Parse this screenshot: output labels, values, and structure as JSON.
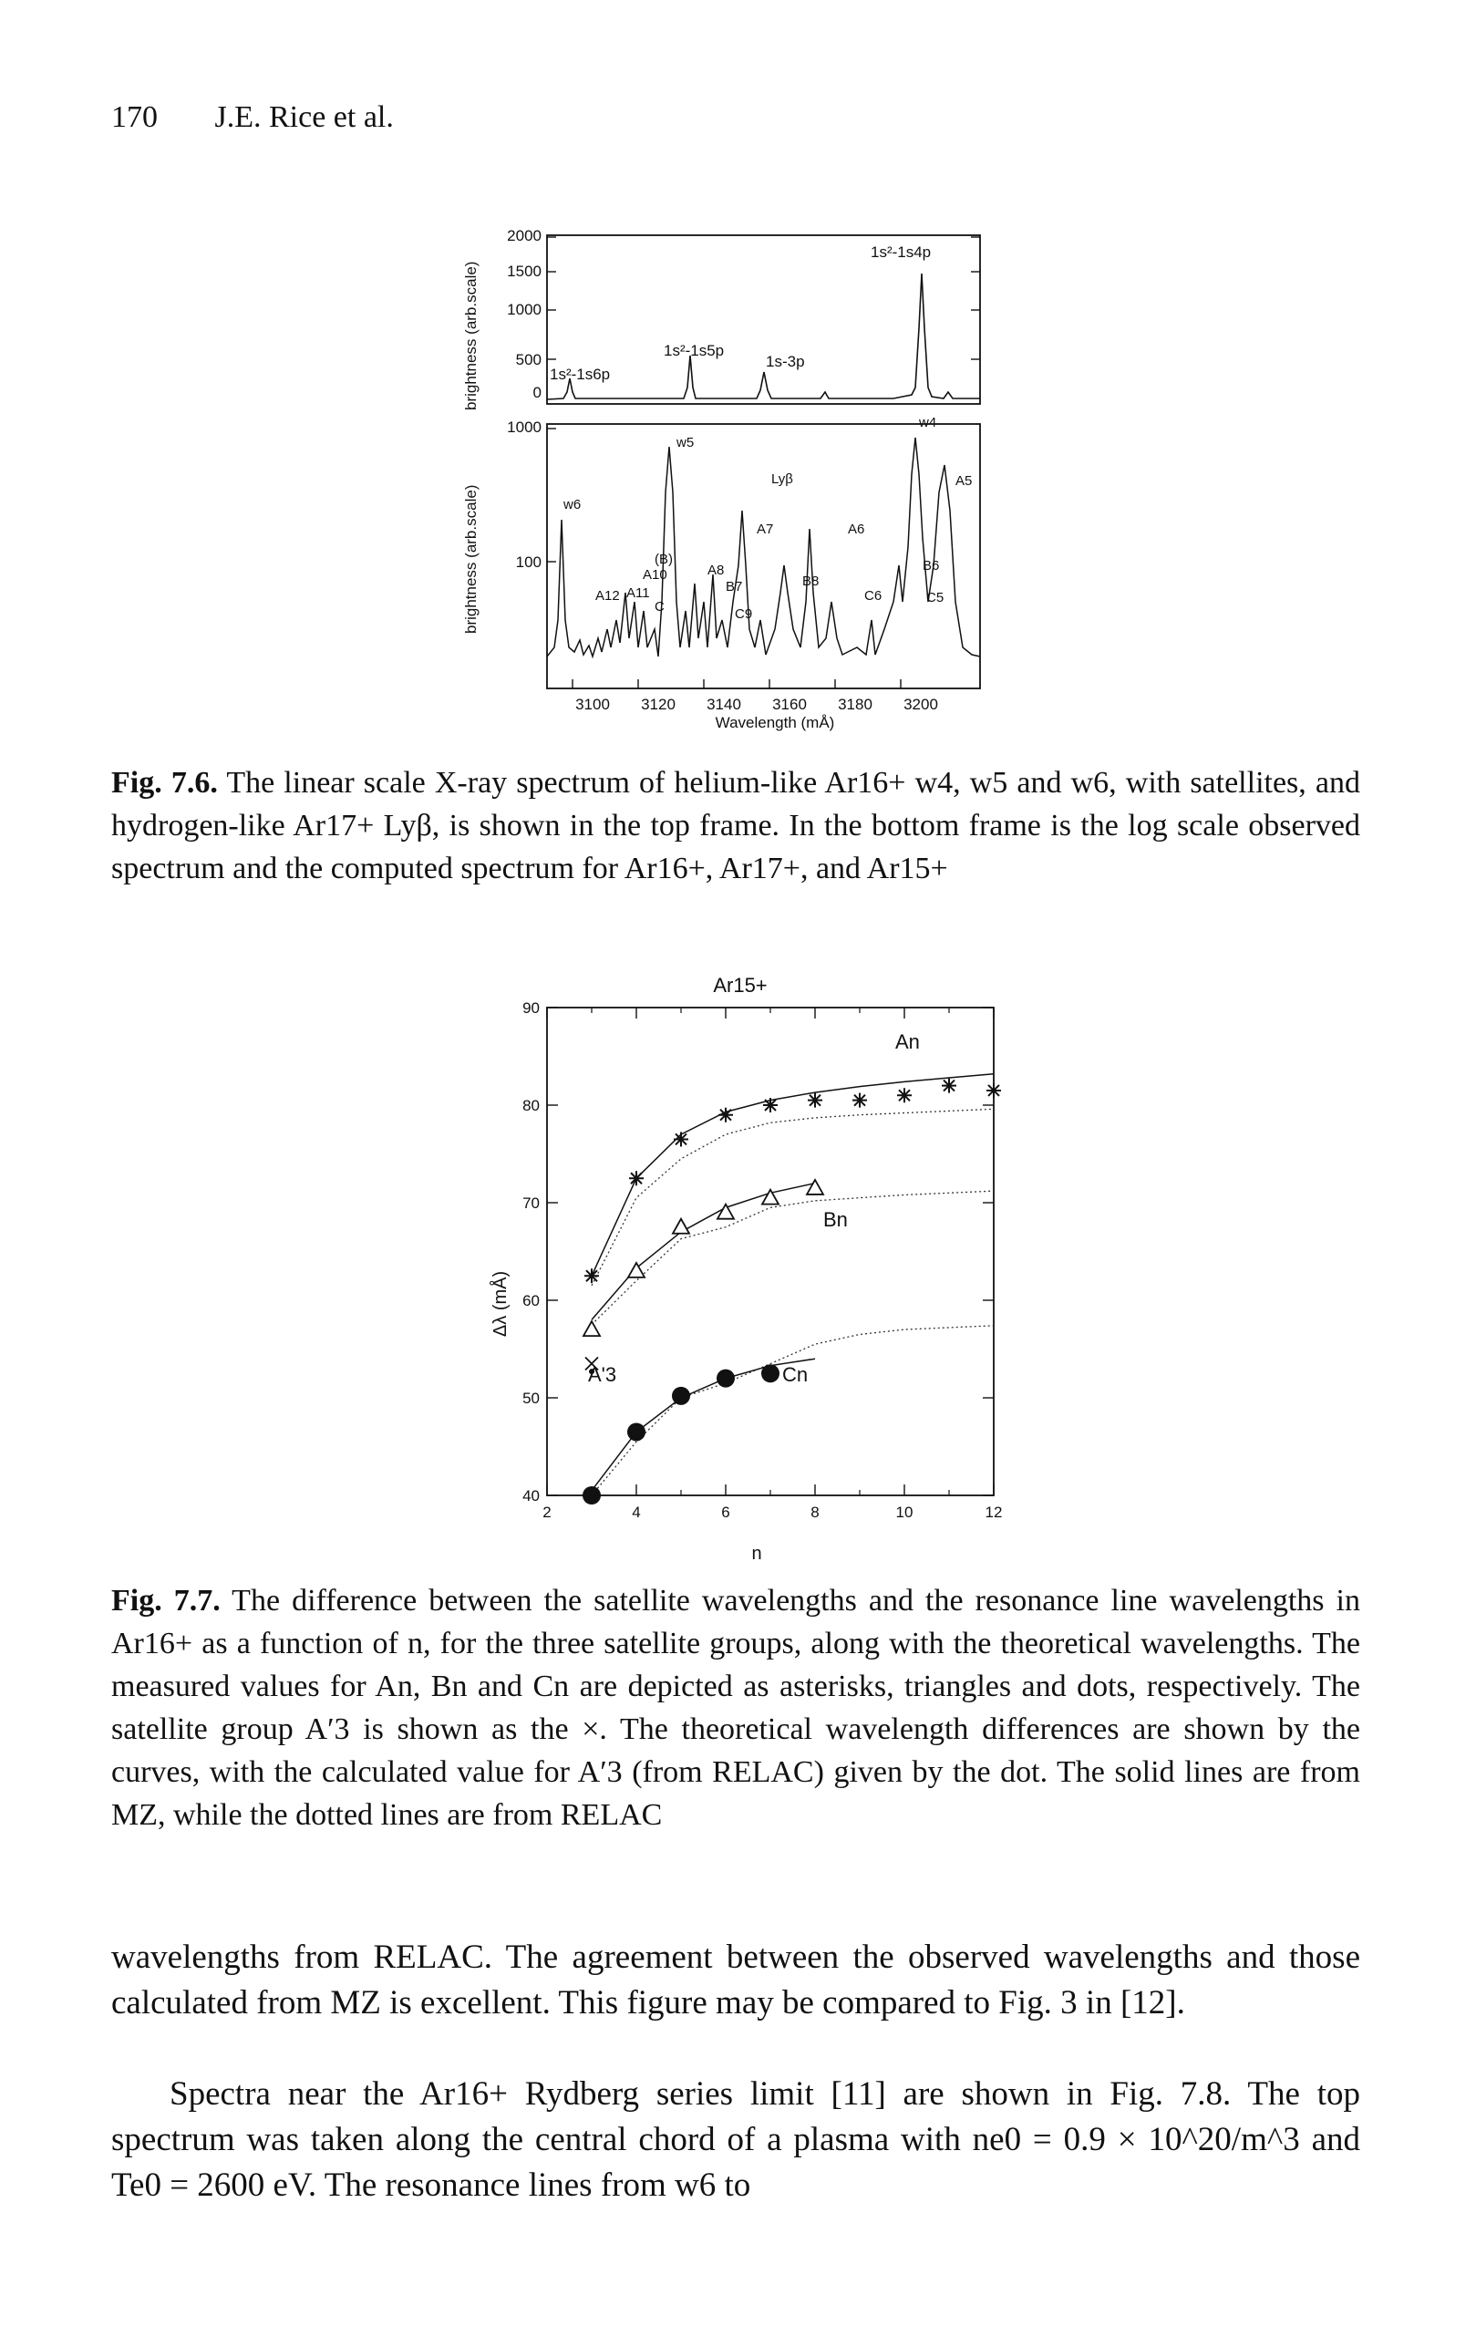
{
  "header": {
    "page_number": "170",
    "authors": "J.E. Rice et al."
  },
  "figure_7_6": {
    "top_panel": {
      "ylabel": "brightness (arb.scale)",
      "y_ticks": [
        "2000",
        "1500",
        "1000",
        "500",
        "0"
      ],
      "labels": [
        "1s²-1s4p",
        "1s²-1s5p",
        "1s-3p",
        "1s²-1s6p"
      ]
    },
    "bottom_panel": {
      "ylabel": "brightness (arb.scale)",
      "y_ticks": [
        "1000",
        "100"
      ],
      "labels": [
        "w4",
        "w5",
        "w6",
        "Lyβ",
        "A5",
        "A6",
        "A7",
        "A8",
        "A10",
        "A11",
        "A12",
        "(B)",
        "B6",
        "B7",
        "B8",
        "C",
        "C5",
        "C6",
        "C9"
      ]
    },
    "x_ticks": [
      "3100",
      "3120",
      "3140",
      "3160",
      "3180",
      "3200"
    ],
    "xlabel": "Wavelength (mÅ)"
  },
  "caption_7_6": {
    "label": "Fig. 7.6.",
    "text": "The linear scale X-ray spectrum of helium-like Ar16+ w4, w5 and w6, with satellites, and hydrogen-like Ar17+ Lyβ, is shown in the top frame. In the bottom frame is the log scale observed spectrum and the computed spectrum for Ar16+, Ar17+, and Ar15+"
  },
  "chart_data": {
    "type": "scatter",
    "title": "Ar15+",
    "xlabel": "n",
    "ylabel": "Δλ (mÅ)",
    "xlim": [
      2,
      12
    ],
    "ylim": [
      40,
      90
    ],
    "x_ticks": [
      "2",
      "4",
      "6",
      "8",
      "10",
      "12"
    ],
    "y_ticks": [
      "40",
      "50",
      "60",
      "70",
      "80",
      "90"
    ],
    "series": [
      {
        "name": "An",
        "marker": "asterisk",
        "x": [
          3,
          4,
          5,
          6,
          7,
          8,
          9,
          10,
          11,
          12
        ],
        "y": [
          62.5,
          72.5,
          76.5,
          79,
          80,
          80.5,
          80.5,
          81,
          82,
          81.5
        ]
      },
      {
        "name": "Bn",
        "marker": "triangle",
        "x": [
          3,
          4,
          5,
          6,
          7,
          8
        ],
        "y": [
          57,
          63,
          67.5,
          69,
          70.5,
          71.5
        ]
      },
      {
        "name": "Cn",
        "marker": "dot",
        "x": [
          3,
          4,
          5,
          6,
          7
        ],
        "y": [
          40,
          46.5,
          50.2,
          52,
          52.5
        ]
      },
      {
        "name": "A'3",
        "marker": "x",
        "x": [
          3
        ],
        "y": [
          53.5
        ]
      }
    ],
    "curves_mz": [
      {
        "x": [
          3,
          4,
          5,
          6,
          7,
          8,
          9,
          10,
          11,
          12
        ],
        "y": [
          62.5,
          72.5,
          77,
          79.3,
          80.5,
          81.3,
          81.9,
          82.4,
          82.8,
          83.2
        ]
      },
      {
        "x": [
          3,
          4,
          5,
          6,
          7,
          8
        ],
        "y": [
          58,
          63.3,
          67,
          69.5,
          71,
          72
        ]
      },
      {
        "x": [
          3,
          4,
          5,
          6,
          7,
          8
        ],
        "y": [
          40.5,
          46.5,
          50,
          52,
          53.3,
          54
        ]
      }
    ],
    "curves_relac": [
      {
        "x": [
          3,
          4,
          5,
          6,
          7,
          8,
          9,
          10,
          11,
          12
        ],
        "y": [
          61.5,
          70.5,
          74.5,
          77,
          78.2,
          78.7,
          79,
          79.2,
          79.4,
          79.6
        ]
      },
      {
        "x": [
          3,
          4,
          5,
          6,
          7,
          8,
          9,
          10,
          11,
          12
        ],
        "y": [
          57.5,
          62,
          66.3,
          67.5,
          69.5,
          70.2,
          70.5,
          70.8,
          71,
          71.2
        ]
      },
      {
        "x": [
          3,
          4,
          5,
          6,
          7,
          8,
          9,
          10,
          11,
          12
        ],
        "y": [
          40,
          45.5,
          50,
          51.5,
          53.5,
          55.5,
          56.5,
          57,
          57.2,
          57.4
        ]
      }
    ],
    "relac_dot": {
      "x": [
        3
      ],
      "y": [
        52.7
      ]
    },
    "annotations": [
      "An",
      "Bn",
      "Cn",
      "A'3"
    ],
    "grid": false
  },
  "caption_7_7": {
    "label": "Fig. 7.7.",
    "text": "The difference between the satellite wavelengths and the resonance line wavelengths in Ar16+ as a function of n, for the three satellite groups, along with the theoretical wavelengths. The measured values for An, Bn and Cn are depicted as asterisks, triangles and dots, respectively. The satellite group A′3 is shown as the ×. The theoretical wavelength differences are shown by the curves, with the calculated value for A′3 (from RELAC) given by the dot. The solid lines are from MZ, while the dotted lines are from RELAC"
  },
  "body": {
    "p1": "wavelengths from RELAC. The agreement between the observed wavelengths and those calculated from MZ is excellent. This figure may be compared to Fig. 3 in [12].",
    "p2": "Spectra near the Ar16+ Rydberg series limit [11] are shown in Fig. 7.8. The top spectrum was taken along the central chord of a plasma with ne0 = 0.9 × 10^20/m^3 and Te0 = 2600 eV. The resonance lines from w6 to"
  }
}
